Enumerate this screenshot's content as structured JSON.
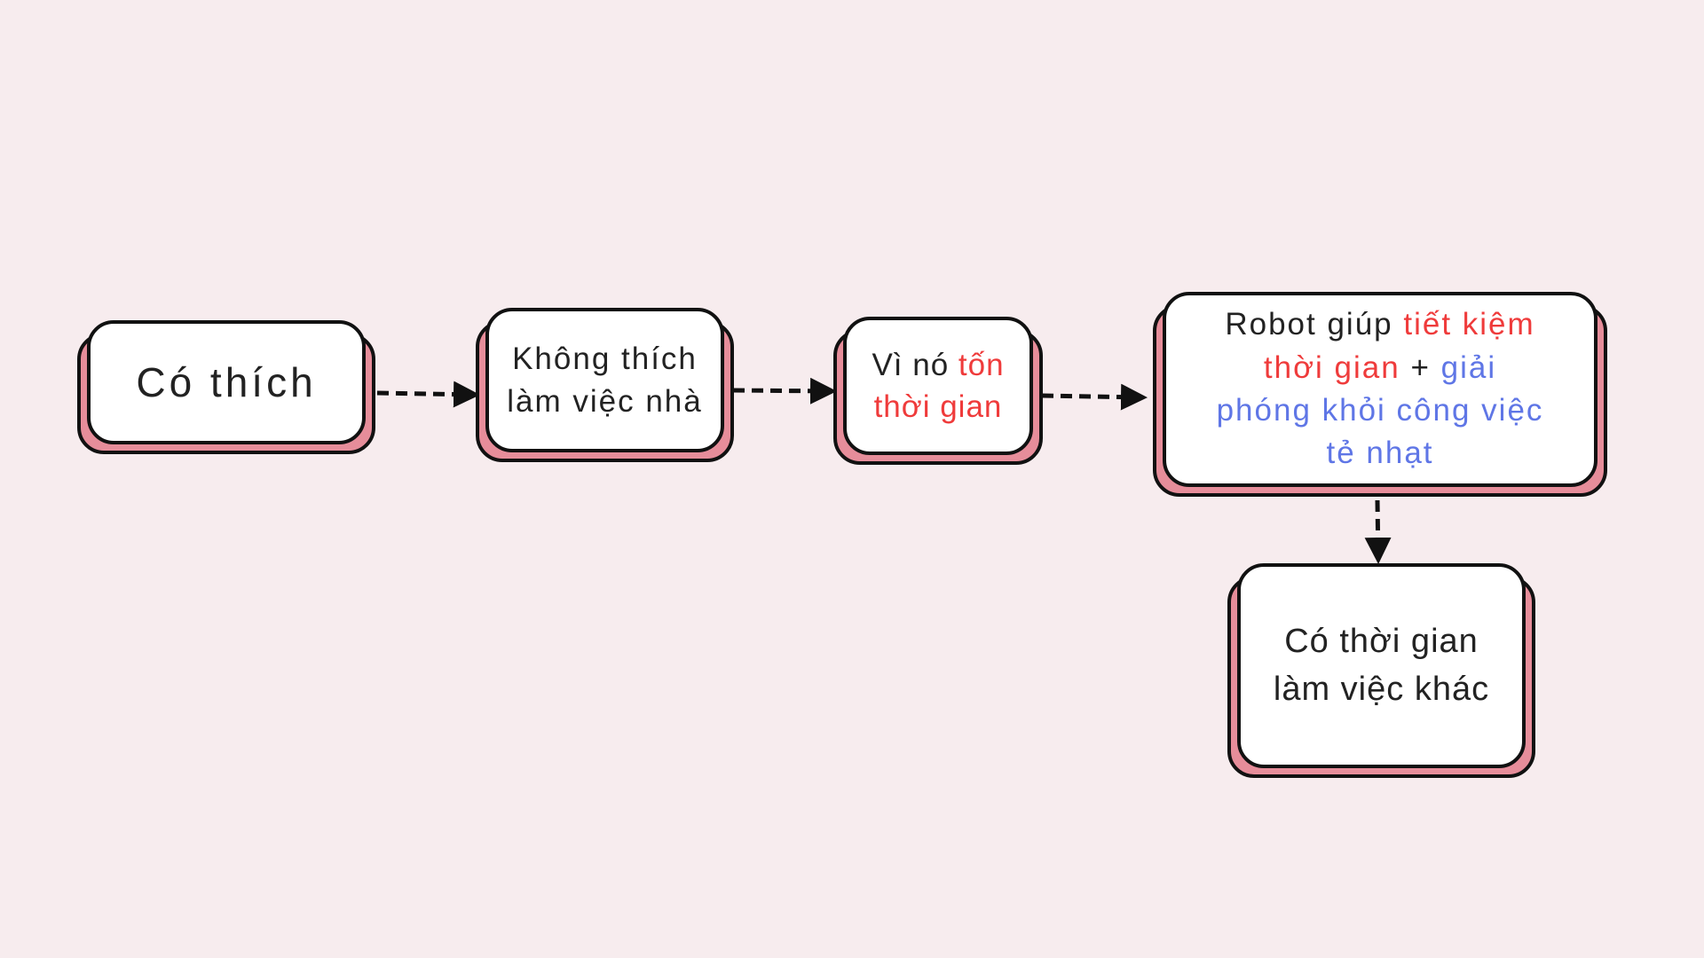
{
  "nodes": {
    "n1": {
      "text": "Có thích"
    },
    "n2": {
      "line1": "Không thích",
      "line2": "làm việc nhà"
    },
    "n3": {
      "prefix": "Vì nó ",
      "highlight1": "tốn",
      "highlight2": "thời gian"
    },
    "n4": {
      "lead": "Robot giúp ",
      "red1": "tiết kiệm",
      "red2": "thời gian",
      "plus": " + ",
      "blue1": "giải",
      "blue2": "phóng khỏi công việc",
      "blue3": "tẻ nhạt"
    },
    "n5": {
      "line1": "Có thời gian",
      "line2": "làm việc khác"
    }
  },
  "colors": {
    "background": "#f7ecee",
    "shadow": "#e68d9a",
    "outline": "#111111",
    "red": "#ef3b3b",
    "blue": "#5f76e6"
  }
}
